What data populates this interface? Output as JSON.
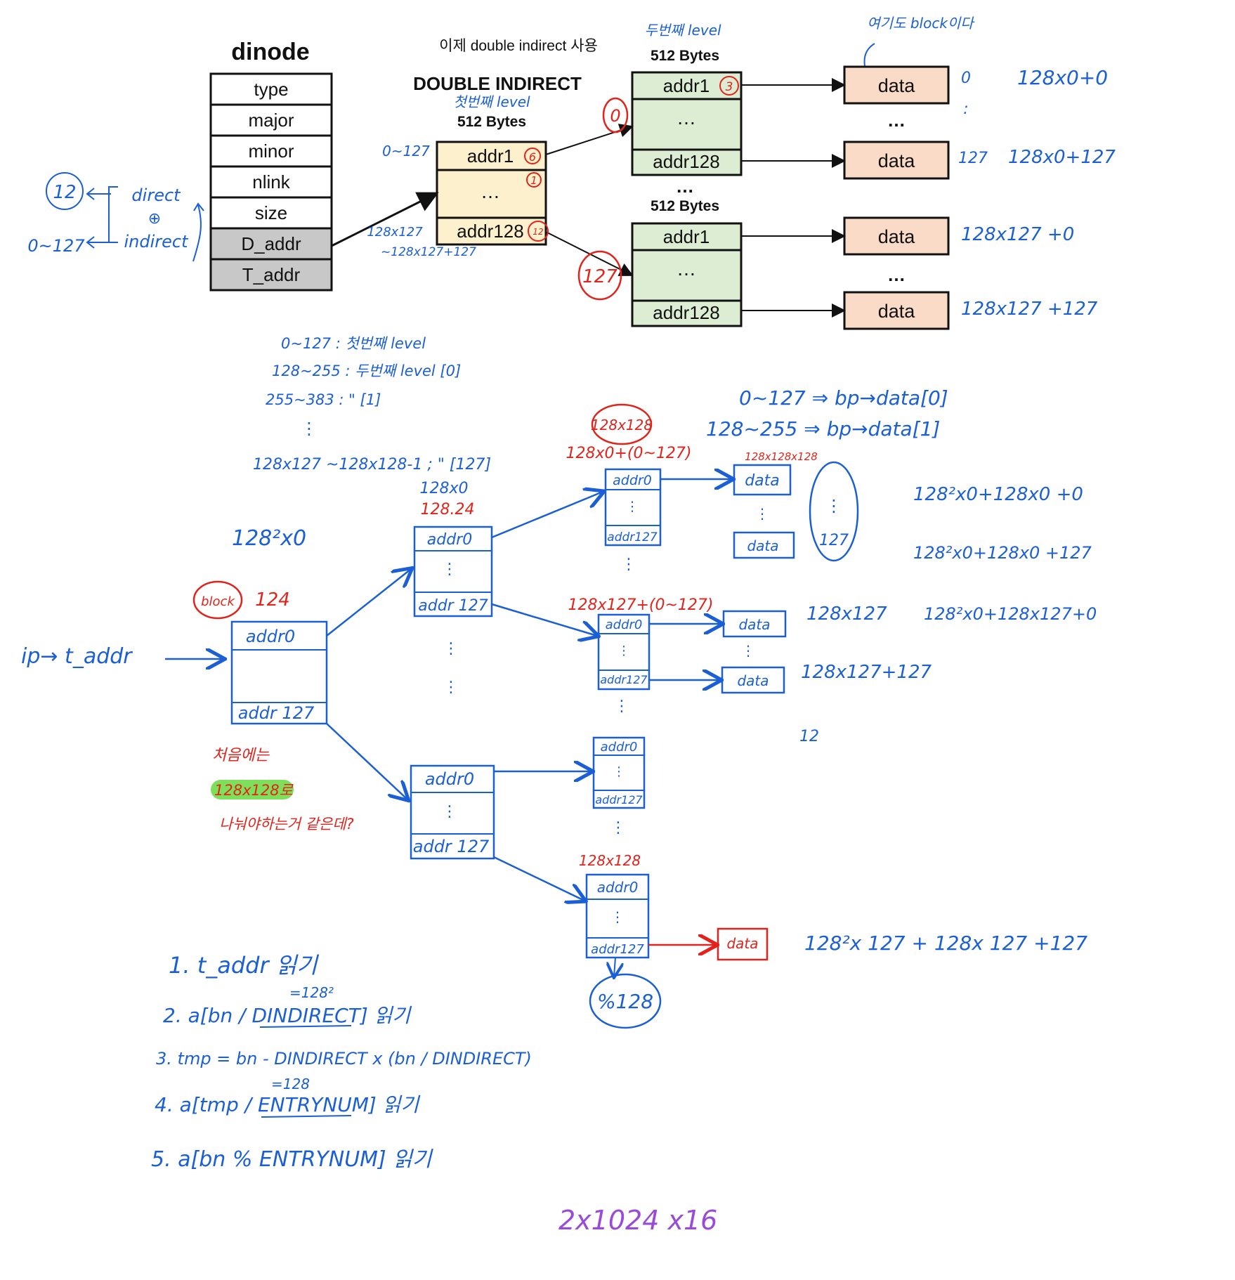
{
  "colors": {
    "ink_blue": "#1a5fd6",
    "ink_red": "#e3231b",
    "ink_purple": "#9a4ad8",
    "dinode_fill": "#ffffff",
    "dinode_gray": "#c8c8c8",
    "double_indirect_fill": "#fdf0cc",
    "second_level_fill": "#dcedd3",
    "data_fill": "#f9dbc8",
    "highlight_green": "#7ee05a"
  },
  "top": {
    "dinode_title": "dinode",
    "dinode_rows": [
      "type",
      "major",
      "minor",
      "nlink",
      "size",
      "D_addr",
      "T_addr"
    ],
    "note_top": "이제 double indirect 사용",
    "double_indirect_title": "DOUBLE INDIRECT",
    "first_level_note": "첫번째 level",
    "size_di": "512 Bytes",
    "di_addr_first": "addr1",
    "di_dots": "…",
    "di_addr_last": "addr128",
    "second_level_note": "두번째 level",
    "size_l2_a": "512 Bytes",
    "size_l2_b": "512 Bytes",
    "l2_addr_first": "addr1",
    "l2_dots": "…",
    "l2_addr_last": "addr128",
    "dots_between": "…",
    "data_label": "data",
    "block_note": "여기도 block이다",
    "range_left_direct": "12",
    "range_left_indirect": "0~127",
    "direct_label": "direct",
    "plus_label": "⊕",
    "indirect_label": "indirect",
    "di_range": "0~127",
    "di_addr128_range_a": "128x127",
    "di_addr128_range_b": "~128x127+127",
    "red_0": "0",
    "red_127": "127",
    "red_6": "6",
    "red_1": "1",
    "red_3": "3",
    "red_12": "12",
    "right_indices": [
      "0",
      ":",
      "127"
    ],
    "right_formulas": [
      "128x0+0",
      "128x0+127",
      "128x127 +0",
      "128x127 +127"
    ]
  },
  "notes_middle": [
    "0~127 : 첫번째 level",
    "128~255 : 두번째 level [0]",
    "255~383 :      \"       [1]",
    "⋮",
    "128x127 ~128x128-1 ;  \" [127]"
  ],
  "bp_notes": [
    "0~127 ⇒ bp→data[0]",
    "128~255 ⇒ bp→data[1]"
  ],
  "tree": {
    "ip_label": "ip→ t_addr",
    "block_label": "block",
    "block_num": "124",
    "root_top": "addr0",
    "root_bottom": "addr 127",
    "label_128sq": "128²x0",
    "mid_note_a": "128x0",
    "mid_note_b": "128.24",
    "mid_top": "addr0",
    "mid_dots": "⋮",
    "mid_bottom": "addr 127",
    "leaf_top": "addr0",
    "leaf_dots": "⋮",
    "leaf_bottom": "addr127",
    "circled_128x128": "128x128",
    "red_range_a": "128x0+(0~127)",
    "red_range_b": "128x128x128",
    "red_range_c": "128x127+(0~127)",
    "red_128x128": "128x128",
    "data_label": "data",
    "circle_dots": "⋮",
    "circle_127": "127",
    "formula_rows": [
      "128²x0+128x0 +0",
      "128²x0+128x0 +127",
      "128x127",
      "128²x0+128x127+0",
      "128x127+127",
      "12",
      "128²x 127 + 128x 127 +127"
    ],
    "mod_label": "%128",
    "red_note_1": "처음에는",
    "red_note_2": "128x128로",
    "red_note_3": "나눠야하는거 같은데?"
  },
  "steps": [
    "1. t_addr 읽기",
    "=128²",
    "2. a[bn / DINDIRECT] 읽기",
    "3. tmp = bn - DINDIRECT x (bn / DINDIRECT)",
    "=128",
    "4. a[tmp / ENTRYNUM] 읽기",
    "5. a[bn % ENTRYNUM] 읽기"
  ],
  "purple_note": "2x1024 x16"
}
